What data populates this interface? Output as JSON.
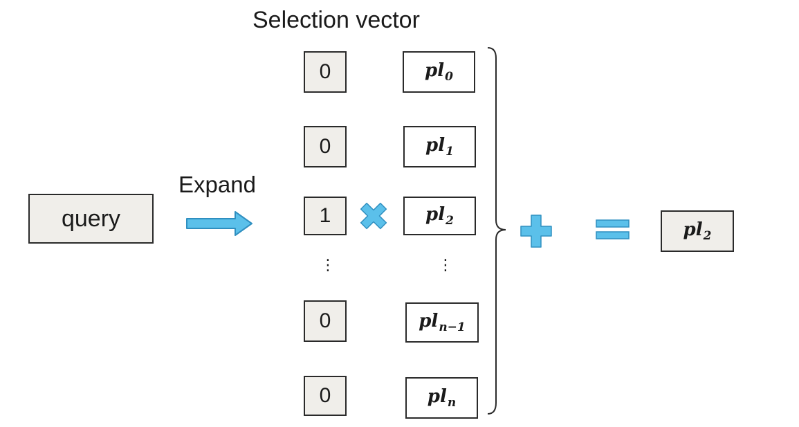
{
  "title": "Selection vector",
  "query_label": "query",
  "expand_label": "Expand",
  "selection_vector": [
    "0",
    "0",
    "1",
    "0",
    "0"
  ],
  "vertical_ellipsis": "⋮",
  "pool_items": [
    {
      "base": "pl",
      "sub": "0"
    },
    {
      "base": "pl",
      "sub": "1"
    },
    {
      "base": "pl",
      "sub": "2"
    },
    {
      "base": "pl",
      "sub": "n−1"
    },
    {
      "base": "pl",
      "sub": "n"
    }
  ],
  "result": {
    "base": "pl",
    "sub": "2"
  },
  "icons": {
    "arrow": "right-arrow-icon",
    "multiply": "multiply-icon",
    "plus": "plus-icon",
    "equals": "equals-icon",
    "brace": "right-brace"
  },
  "colors": {
    "accent": "#5bc0ea",
    "accent_stroke": "#2f8fc0",
    "box_gray": "#f0eeea",
    "border": "#2a2a2a"
  }
}
